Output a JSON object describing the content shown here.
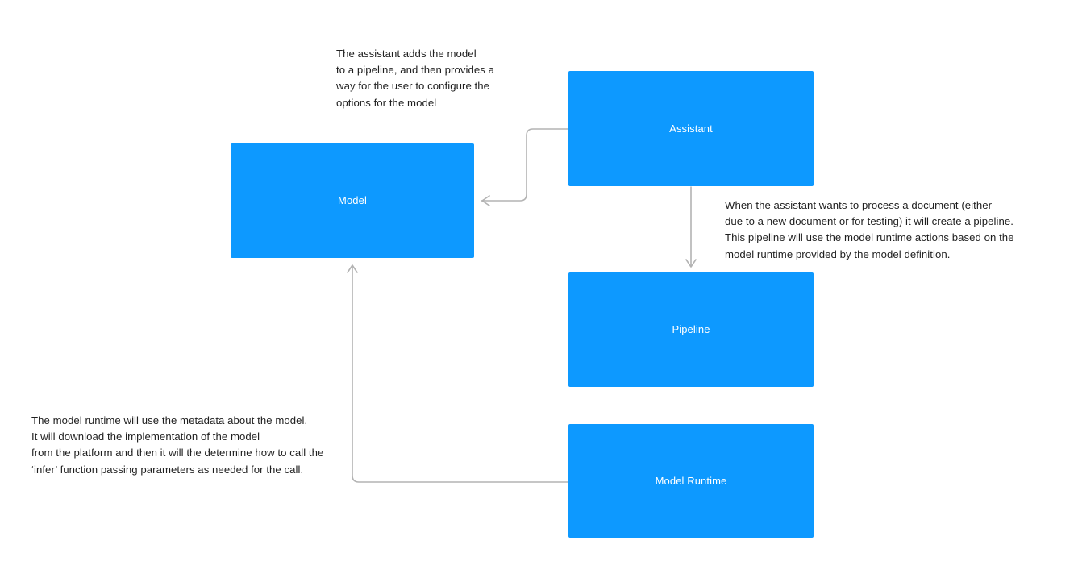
{
  "diagram": {
    "title": "Model / Assistant / Pipeline / Model Runtime architecture",
    "background_color": "#ffffff",
    "node_color": "#0d99ff",
    "node_label_color": "#ffffff",
    "edge_color": "#b3b3b3",
    "annotation_color": "#1f1f1f",
    "nodes": [
      {
        "id": "model",
        "label": "Model"
      },
      {
        "id": "assistant",
        "label": "Assistant"
      },
      {
        "id": "pipeline",
        "label": "Pipeline"
      },
      {
        "id": "model_runtime",
        "label": "Model Runtime"
      }
    ],
    "annotations": [
      {
        "id": "assistant_to_model",
        "text": "The assistant adds the model\nto a pipeline, and then provides a\nway for the user to configure the\noptions for the model"
      },
      {
        "id": "assistant_to_pipeline",
        "text": "When the assistant wants to process a document (either\ndue to a new document or for testing) it will create a pipeline.\nThis pipeline will use the model runtime actions based on the\nmodel runtime provided by the model definition."
      },
      {
        "id": "model_runtime_to_model",
        "text": "The model runtime will use the metadata about the model.\nIt will download the implementation of the model\nfrom the platform and then it will the determine how to call the\n‘infer’ function passing parameters as needed for the call."
      }
    ],
    "edges": [
      {
        "id": "assistant-to-model",
        "from": "assistant",
        "to": "model",
        "arrow": "left"
      },
      {
        "id": "assistant-to-pipeline",
        "from": "assistant",
        "to": "pipeline",
        "arrow": "down"
      },
      {
        "id": "model-runtime-to-model",
        "from": "model_runtime",
        "to": "model",
        "arrow": "up"
      }
    ]
  }
}
